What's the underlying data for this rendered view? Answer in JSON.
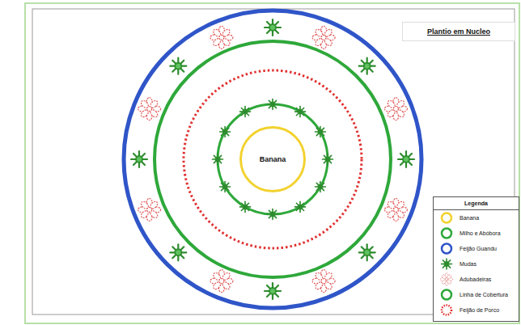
{
  "diagram": {
    "title": "Plantio em Nucleo",
    "nodes": [
      {
        "text": [
          "Banana"
        ]
      }
    ],
    "labels": [
      "Legenda"
    ],
    "legend": [
      {
        "text": "Banana"
      },
      {
        "text": "Milho e Abóbora"
      },
      {
        "text": "Feijão Guandu"
      },
      {
        "text": "Mudas"
      },
      {
        "text": "Adubadeiras"
      },
      {
        "text": "Linha de Cobertura"
      },
      {
        "text": "Feijão de Porco"
      }
    ]
  }
}
